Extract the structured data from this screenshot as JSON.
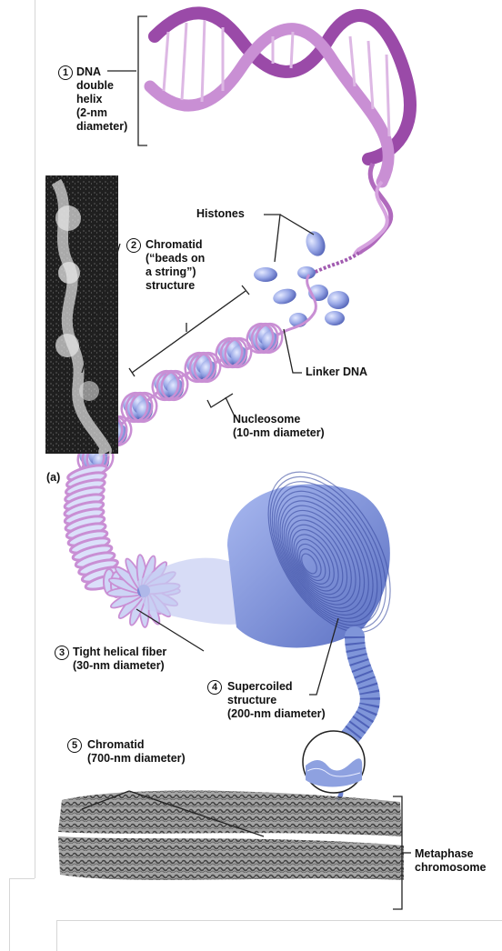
{
  "labels": {
    "step1": {
      "number": "1",
      "text": "DNA\ndouble\nhelix\n(2-nm\ndiameter)"
    },
    "step2": {
      "number": "2",
      "text": "Chromatid\n(“beads on\na string”)\nstructure"
    },
    "histones": "Histones",
    "linker_dna": "Linker DNA",
    "nucleosome": "Nucleosome\n(10-nm diameter)",
    "panel": "(a)",
    "step3": {
      "number": "3",
      "text": "Tight helical fiber\n(30-nm diameter)"
    },
    "step4": {
      "number": "4",
      "text": "Supercoiled\nstructure\n(200-nm diameter)"
    },
    "step5": {
      "number": "5",
      "text": "Chromatid\n(700-nm diameter)"
    },
    "metaphase": "Metaphase\nchromosome"
  },
  "colors": {
    "dna_pink": "#c98fd4",
    "dna_dark": "#9a4aa8",
    "histone_blue": "#8f9fe0",
    "histone_dark": "#5d6fc4",
    "supercoil_blue": "#7f95d9",
    "micrograph_bg": "#1c1c1c",
    "chromosome_gray": "#4a4a4a"
  }
}
